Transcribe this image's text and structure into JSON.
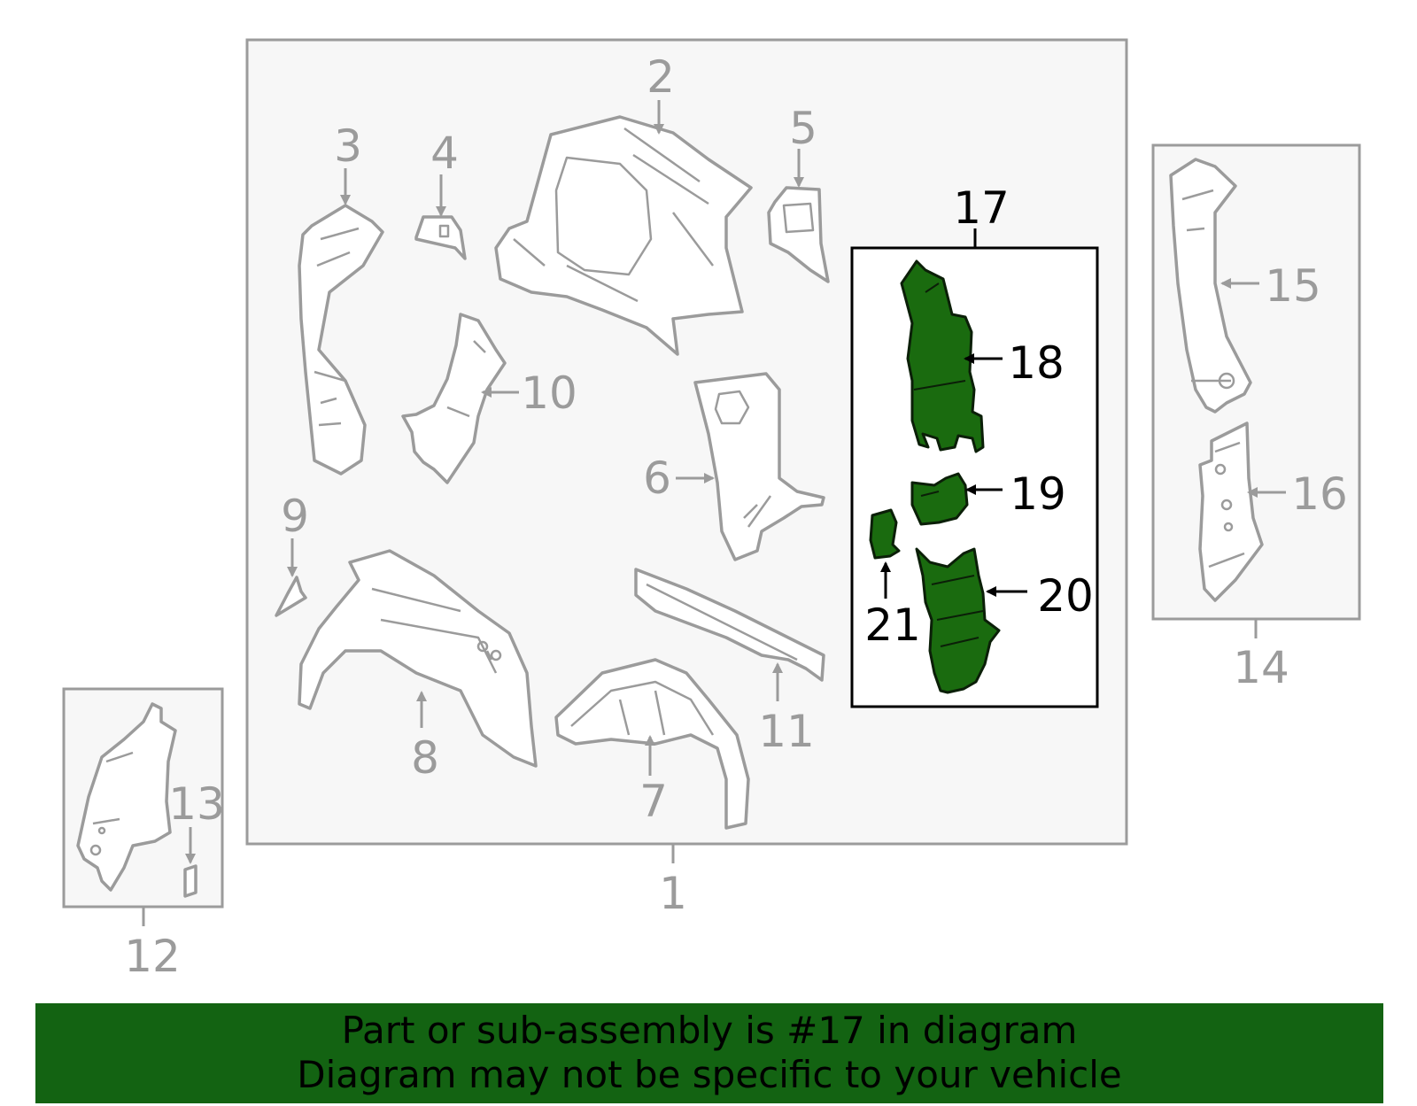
{
  "diagram": {
    "callouts": {
      "c1": "1",
      "c2": "2",
      "c3": "3",
      "c4": "4",
      "c5": "5",
      "c6": "6",
      "c7": "7",
      "c8": "8",
      "c9": "9",
      "c10": "10",
      "c11": "11",
      "c12": "12",
      "c13": "13",
      "c14": "14",
      "c15": "15",
      "c16": "16",
      "c17": "17",
      "c18": "18",
      "c19": "19",
      "c20": "20",
      "c21": "21"
    },
    "highlighted_part": "17",
    "colors": {
      "highlight": "#1a6b0f",
      "banner": "#136312",
      "line": "#9b9b9b"
    }
  },
  "banner": {
    "line1": "Part or sub-assembly is #17 in diagram",
    "line2": "Diagram may not be specific to your vehicle"
  }
}
